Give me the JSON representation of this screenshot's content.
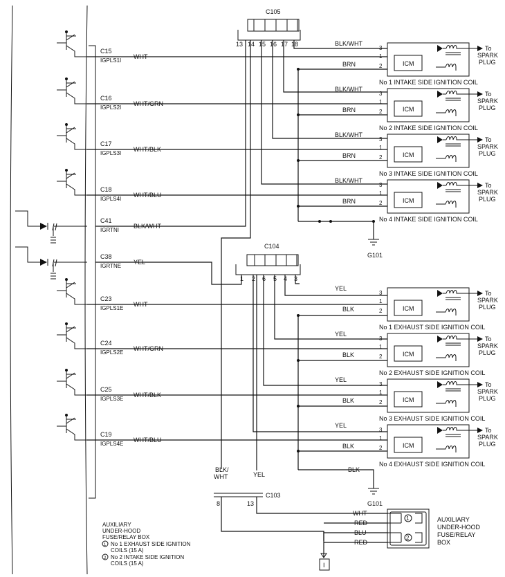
{
  "ecm": {
    "terminals": [
      {
        "pin": "C15",
        "sig": "IGPLS1I",
        "wire": "WHT"
      },
      {
        "pin": "C16",
        "sig": "IGPLS2I",
        "wire": "WHT/GRN"
      },
      {
        "pin": "C17",
        "sig": "IGPLS3I",
        "wire": "WHT/BLK"
      },
      {
        "pin": "C18",
        "sig": "IGPLS4I",
        "wire": "WHT/BLU"
      },
      {
        "pin": "C41",
        "sig": "IGRTNI",
        "wire": "BLK/WHT"
      },
      {
        "pin": "C38",
        "sig": "IGRTNE",
        "wire": "YEL"
      },
      {
        "pin": "C23",
        "sig": "IGPLS1E",
        "wire": "WHT"
      },
      {
        "pin": "C24",
        "sig": "IGPLS2E",
        "wire": "WHT/GRN"
      },
      {
        "pin": "C25",
        "sig": "IGPLS3E",
        "wire": "WHT/BLK"
      },
      {
        "pin": "C19",
        "sig": "IGPLS4E",
        "wire": "WHT/BLU"
      }
    ]
  },
  "c105": {
    "name": "C105",
    "pins": [
      "13",
      "14",
      "15",
      "16",
      "17",
      "18"
    ]
  },
  "c104": {
    "name": "C104",
    "pins": [
      "1",
      "2",
      "6",
      "5",
      "4",
      "3"
    ]
  },
  "c103": {
    "name": "C103",
    "pins": [
      "8",
      "13"
    ]
  },
  "coil_common": {
    "icm": "ICM",
    "to": "To",
    "spark": "SPARK",
    "plug": "PLUG",
    "p1": "1",
    "p2": "2",
    "p3": "3"
  },
  "intake_coils": [
    {
      "label": "No  1 INTAKE SIDE IGNITION COIL",
      "w3": "BLK/WHT",
      "w2": "BRN"
    },
    {
      "label": "No  2 INTAKE SIDE IGNITION COIL",
      "w3": "BLK/WHT",
      "w2": "BRN"
    },
    {
      "label": "No  3 INTAKE SIDE IGNITION COIL",
      "w3": "BLK/WHT",
      "w2": "BRN"
    },
    {
      "label": "No  4 INTAKE SIDE IGNITION COIL",
      "w3": "BLK/WHT",
      "w2": "BRN"
    }
  ],
  "exhaust_coils": [
    {
      "label": "No  1 EXHAUST SIDE IGNITION COIL",
      "w3": "YEL",
      "w2": "BLK"
    },
    {
      "label": "No  2 EXHAUST SIDE IGNITION COIL",
      "w3": "YEL",
      "w2": "BLK"
    },
    {
      "label": "No  3 EXHAUST SIDE IGNITION COIL",
      "w3": "YEL",
      "w2": "BLK"
    },
    {
      "label": "No  4 EXHAUST SIDE IGNITION COIL",
      "w3": "YEL",
      "w2": "BLK"
    }
  ],
  "grounds": {
    "intake": "G101",
    "exhaust": "G101",
    "exhaust_wire": "BLK"
  },
  "c103_wires": {
    "left_l1": "BLK/",
    "left_l2": "WHT",
    "right": "YEL"
  },
  "fuse_box": {
    "wires": [
      "WHT",
      "RED",
      "BLU",
      "RED"
    ],
    "fuse1": "1",
    "fuse2": "2",
    "label_lines": [
      "AUXILIARY",
      "UNDER-HOOD",
      "FUSE/RELAY",
      "BOX"
    ],
    "ref": "I"
  },
  "legend": {
    "lines": [
      "AUXILIARY",
      "UNDER-HOOD",
      "FUSE/RELAY BOX"
    ],
    "item1_num": "1",
    "item1_l1": "No  1 EXHAUST SIDE IGNITION",
    "item1_l2": "COILS (15 A)",
    "item2_num": "2",
    "item2_l1": "No  2 INTAKE SIDE IGNITION",
    "item2_l2": "COILS (15 A)"
  }
}
